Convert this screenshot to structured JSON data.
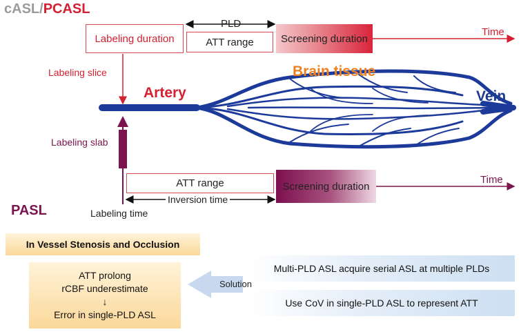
{
  "header": {
    "title_part1": "cASL/",
    "title_part2": "PCASL"
  },
  "timeline_top": {
    "pld_label": "PLD",
    "labeling_duration": "Labeling duration",
    "att_range": "ATT range",
    "screening_duration": "Screening duration",
    "time_label": "Time",
    "labeling_slice": "Labeling slice"
  },
  "vessels": {
    "artery": "Artery",
    "brain_tissue": "Brain tissue",
    "vein": "Vein"
  },
  "timeline_bottom": {
    "labeling_slab": "Labeling slab",
    "att_range": "ATT range",
    "screening_duration": "Screening duration",
    "time_label": "Time",
    "inversion_time": "Inversion time",
    "labeling_time": "Labeling time",
    "pasl_title": "PASL"
  },
  "summary": {
    "stenosis_title": "In Vessel Stenosis and Occlusion",
    "att_prolong": "ATT prolong",
    "rcbf_under": "rCBF underestimate",
    "down_arrow": "↓",
    "error_single": "Error in single-PLD ASL",
    "solution_label": "Solution",
    "multi_pld": "Multi-PLD ASL acquire serial ASL at multiple PLDs",
    "use_cov": "Use CoV in single-PLD ASL to represent ATT"
  },
  "colors": {
    "red": "#d42030",
    "purple": "#7b1550",
    "blue": "#1c3a8f",
    "orange": "#ee8020"
  }
}
